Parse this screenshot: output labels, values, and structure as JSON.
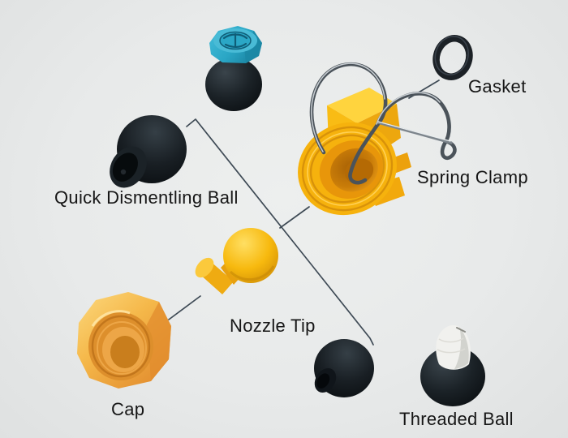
{
  "scene": {
    "type": "exploded-parts-diagram",
    "background_color": "#e8eaea",
    "leader_line_color": "#3e4a55",
    "text_color": "#161616"
  },
  "labels": {
    "gasket": "Gasket",
    "spring_clamp": "Spring Clamp",
    "quick_dismentling_ball": "Quick Dismentling Ball",
    "nozzle_tip": "Nozzle Tip",
    "cap": "Cap",
    "threaded_ball": "Threaded Ball"
  },
  "colors": {
    "part_yellow": "#f6b20d",
    "part_yellow_light": "#ffd43e",
    "part_orange_deep": "#e8960a",
    "part_black": "#14191d",
    "part_teal": "#2aa6c5",
    "part_white": "#f1f1ee",
    "wire_metal": "#4b535a"
  }
}
